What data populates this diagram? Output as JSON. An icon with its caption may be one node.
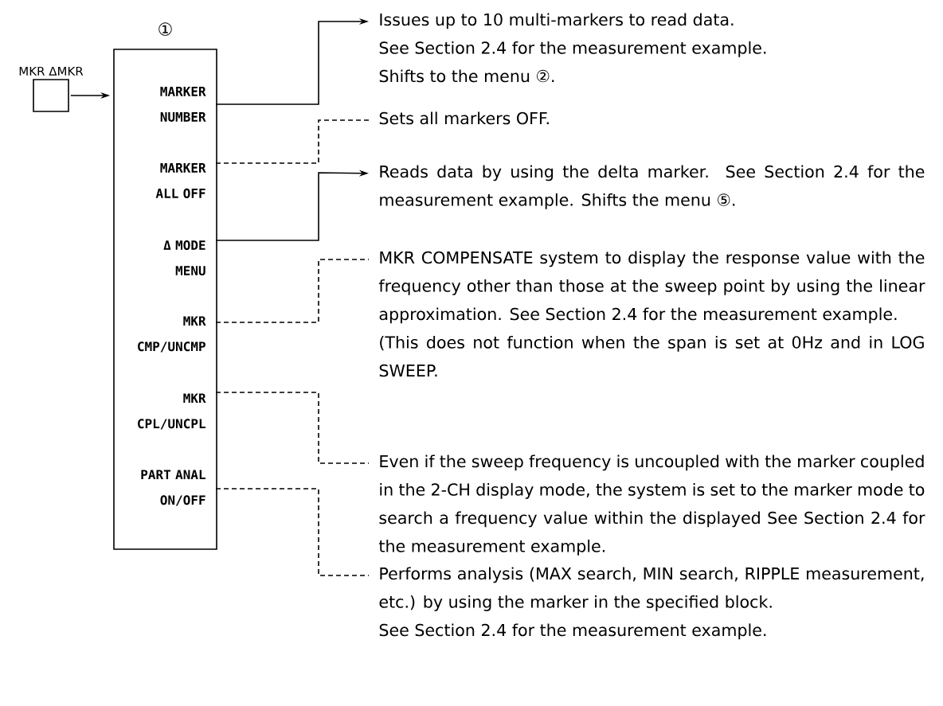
{
  "diagram": {
    "nodes": [
      {
        "text": [
          "①"
        ]
      },
      {
        "text": [
          "MKR ΔMKR"
        ]
      },
      {
        "text": [
          "MARKER NUMBER"
        ],
        "in": 0
      },
      {
        "text": [
          "MARKER ALL OFF"
        ],
        "in": 0
      },
      {
        "text": [
          "Δ MODE MENU"
        ],
        "in": 0
      },
      {
        "text": [
          "MKR CMP/UNCMP"
        ],
        "in": 0
      },
      {
        "text": [
          "MKR CPL/UNCPL"
        ],
        "in": 0
      },
      {
        "text": [
          "PART ANAL ON/OFF"
        ],
        "in": 0
      },
      {
        "text": [
          "Issues up to 10 multi-markers to read data.",
          "See Section 2.4 for the measurement example.",
          "Shifts to the menu ②."
        ]
      },
      {
        "text": [
          "Sets all markers OFF."
        ]
      },
      {
        "text": [
          "Reads data by using the delta marker.  See Section 2.4 for the measurement example.  Shifts the menu ⑤."
        ]
      },
      {
        "text": [
          "MKR COMPENSATE system to display the response value with the frequency other than those at the sweep point by using the linear approximation.  See Section 2.4 for the measurement example.",
          "(This does not function when the span is set at 0Hz and in LOG SWEEP."
        ]
      },
      {
        "text": [
          "Even if the sweep frequency is uncoupled with the marker coupled in the 2-CH display mode, the system is set to the marker mode to search a frequency value within the displayed See Section 2.4 for the measurement example."
        ]
      },
      {
        "text": [
          "Performs analysis (MAX search, MIN search, RIPPLE measurement, etc.) by using the marker in the specified block.",
          "See Section 2.4 for the measurement example."
        ]
      }
    ],
    "edges": [
      {
        "from": 1,
        "to": 0,
        "arrow": "to"
      },
      {
        "from": 2,
        "to": 8,
        "arrow": "to"
      },
      {
        "from": 3,
        "to": 9,
        "arrow": "none",
        "style": "dashed"
      },
      {
        "from": 4,
        "to": 10,
        "arrow": "to"
      },
      {
        "from": 5,
        "to": 11,
        "arrow": "none",
        "style": "dashed"
      },
      {
        "from": 6,
        "to": 12,
        "arrow": "none",
        "style": "dashed"
      },
      {
        "from": 7,
        "to": 13,
        "arrow": "none",
        "style": "dashed"
      }
    ]
  }
}
